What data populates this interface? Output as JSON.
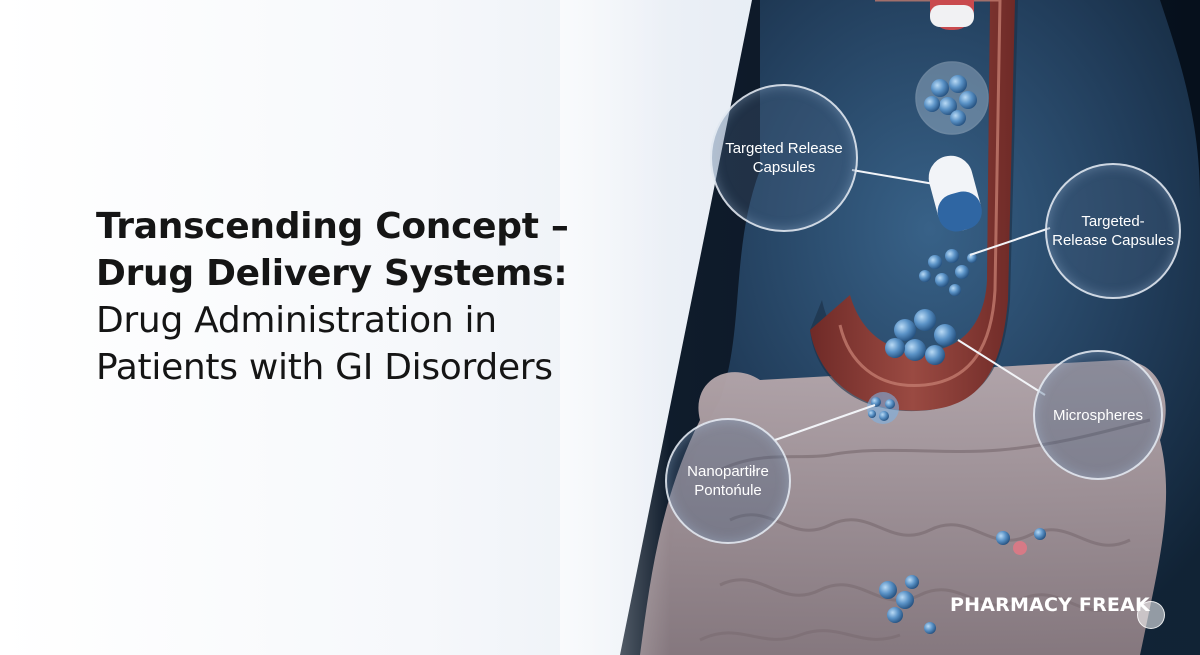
{
  "title": {
    "line1": "Transcending Concept –",
    "line2": "Drug Delivery Systems:",
    "line3": "Drug Administration in",
    "line4": "Patients with GI Disorders"
  },
  "callouts": {
    "capsules_left": {
      "line1": "Targeted Release",
      "line2": "Capsules"
    },
    "capsules_right": {
      "line1": "Targeted-",
      "line2": "Release Capsules"
    },
    "microspheres": {
      "line1": "Microspheres"
    },
    "nanoparticle": {
      "line1": "Nanopartiłre",
      "line2": "Pontońule"
    }
  },
  "brand": {
    "name": "PHARMACY FREAK"
  },
  "colors": {
    "background_dark": "#0c1624",
    "body_silhouette": "#2b4a6a",
    "esophagus_wall": "#8a3b36",
    "intestine": "#a79ba0",
    "capsule_blue": "#2f66a3",
    "capsule_red": "#c94a4e",
    "particle_blue": "#5a8fc4",
    "title_text": "#151515"
  }
}
